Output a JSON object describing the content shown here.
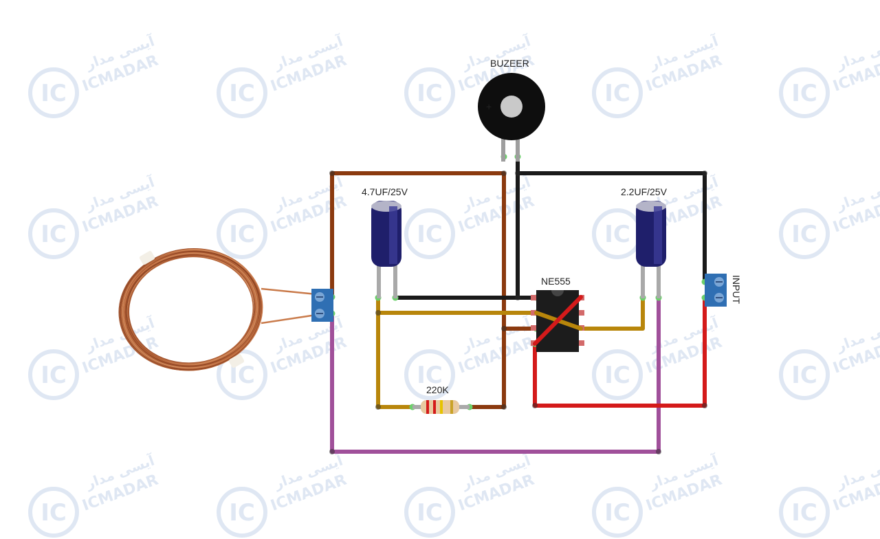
{
  "labels": {
    "buzzer": "BUZEER",
    "cap1": "4.7UF/25V",
    "cap2": "2.2UF/25V",
    "ic": "NE555",
    "resistor": "220K",
    "input": "INPUT",
    "buzzer_plus": "+"
  },
  "watermark": {
    "logo": "IC",
    "brand": "ICMADAR",
    "brand_fa": "آیسی مدار",
    "sub": "MADAR"
  },
  "colors": {
    "brown": "#8b3a0f",
    "black": "#1a1a1a",
    "mustard": "#b8860b",
    "purple": "#a0509a",
    "red": "#d41a1a",
    "terminal": "#2f6fb3",
    "capacitor": "#1f1f6b",
    "coil": "#b5653a",
    "watermark": "#dfe7f3"
  },
  "icons": [
    "buzzer-icon",
    "capacitor-icon",
    "ic-chip-icon",
    "resistor-icon",
    "terminal-block-icon",
    "coil-icon"
  ]
}
